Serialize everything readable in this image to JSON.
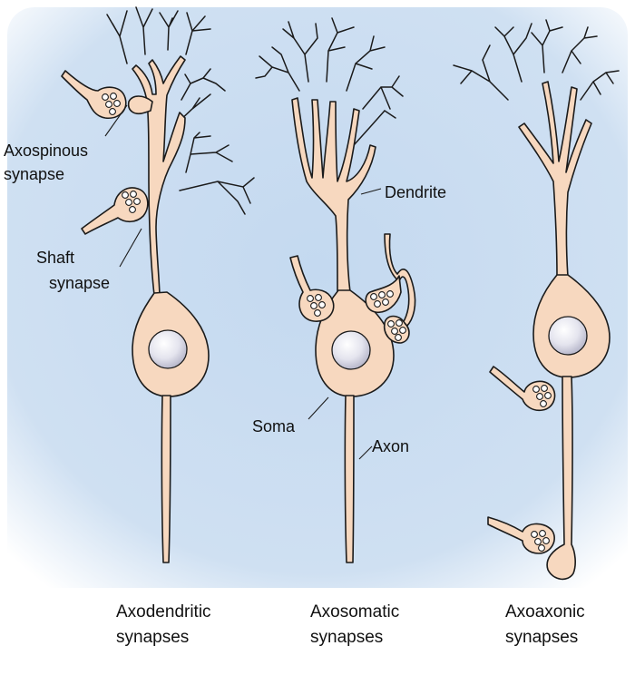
{
  "labels": {
    "axospinous": [
      "Axospinous",
      "synapse"
    ],
    "shaft": [
      "Shaft",
      "synapse"
    ],
    "dendrite": "Dendrite",
    "soma": "Soma",
    "axon": "Axon"
  },
  "captions": {
    "axodendritic": [
      "Axodendritic",
      "synapses"
    ],
    "axosomatic": [
      "Axosomatic",
      "synapses"
    ],
    "axoaxonic": [
      "Axoaxonic",
      "synapses"
    ]
  },
  "colors": {
    "background": "#c9dcf0",
    "cell_fill": "#f7d8bf",
    "nucleus": "#dcdce8",
    "outline": "#1b1b1b"
  }
}
